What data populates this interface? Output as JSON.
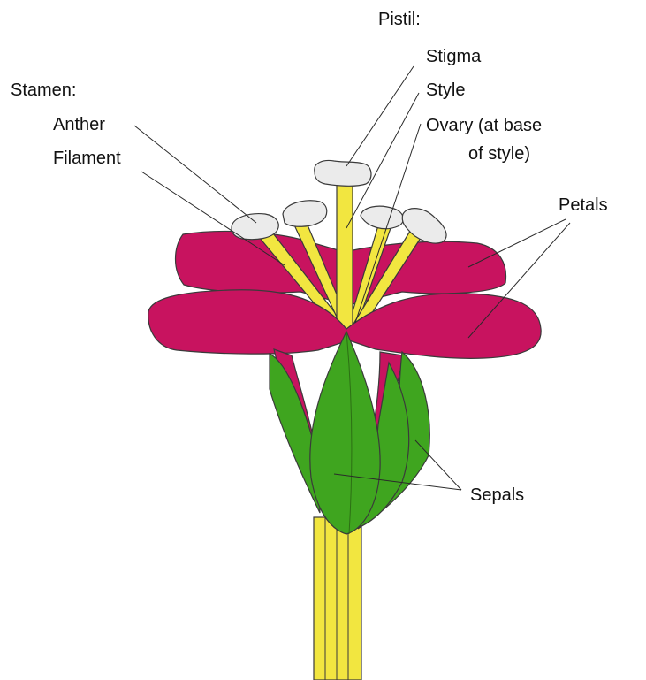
{
  "labels": {
    "pistil": "Pistil:",
    "stigma": "Stigma",
    "style": "Style",
    "ovary_line1": "Ovary (at base",
    "ovary_line2": "of style)",
    "stamen": "Stamen:",
    "anther": "Anther",
    "filament": "Filament",
    "petals": "Petals",
    "sepals": "Sepals"
  },
  "colors": {
    "petal": "#c8135f",
    "sepal": "#3fa51f",
    "stem": "#f2e640",
    "anther": "#ebebeb",
    "background": "#ffffff"
  }
}
